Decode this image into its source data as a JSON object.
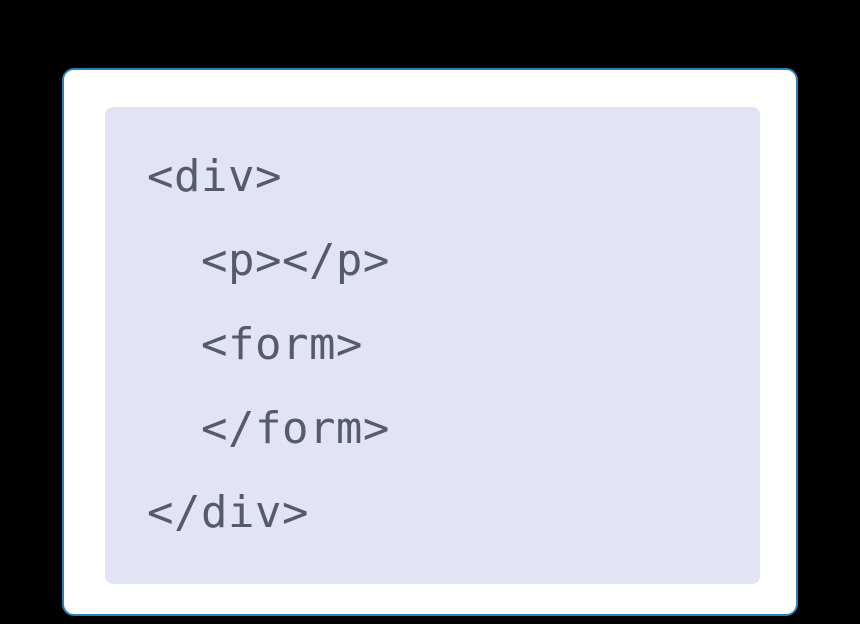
{
  "code_block": {
    "language": "html",
    "lines": [
      {
        "text": "<div>",
        "indent": 0
      },
      {
        "text": "  <p></p>",
        "indent": 1
      },
      {
        "text": "  <form>",
        "indent": 1
      },
      {
        "text": "  </form>",
        "indent": 1
      },
      {
        "text": "</div>",
        "indent": 0
      }
    ]
  },
  "colors": {
    "page_background": "#000000",
    "card_background": "#ffffff",
    "card_border": "#2e7fb5",
    "code_background": "#e3e3f6",
    "code_text": "#555b6e"
  }
}
